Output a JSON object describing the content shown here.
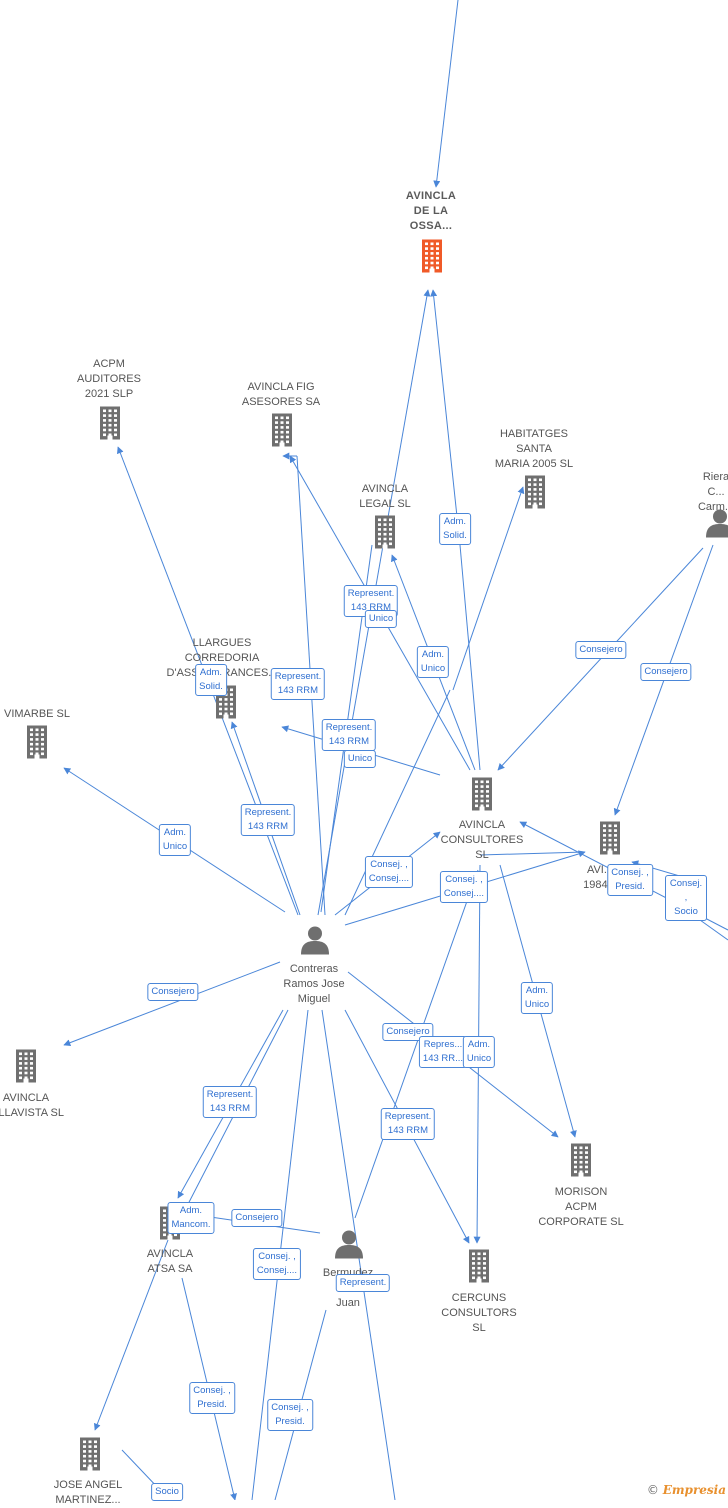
{
  "companies": [
    {
      "id": "avincla-ossa",
      "label": "AVINCLA\nDE LA\nOSSA...",
      "focus": true
    },
    {
      "id": "acpm",
      "label": "ACPM\nAUDITORES\n2021  SLP"
    },
    {
      "id": "fig",
      "label": "AVINCLA FIG\nASESORES SA"
    },
    {
      "id": "habitatges",
      "label": "HABITATGES\nSANTA\nMARIA 2005 SL"
    },
    {
      "id": "legal",
      "label": "AVINCLA\nLEGAL  SL"
    },
    {
      "id": "llargues",
      "label": "LLARGUES\nCORREDORIA\nD'ASSEGURANCES..."
    },
    {
      "id": "vimarbe",
      "label": "VIMARBE  SL"
    },
    {
      "id": "consultores",
      "label": "AVINCLA\nCONSULTORES\nSL"
    },
    {
      "id": "avi1984",
      "label": "AVI...\n1984..."
    },
    {
      "id": "villavista",
      "label": "AVINCLA\nVILLAVISTA  SL"
    },
    {
      "id": "morison",
      "label": "MORISON\nACPM\nCORPORATE  SL"
    },
    {
      "id": "atsa",
      "label": "AVINCLA\nATSA SA"
    },
    {
      "id": "cercuns",
      "label": "CERCUNS\nCONSULTORS\nSL"
    },
    {
      "id": "joseangel",
      "label": "JOSE ANGEL\nMARTINEZ..."
    }
  ],
  "persons": [
    {
      "id": "contreras",
      "label": "Contreras\nRamos Jose\nMiguel"
    },
    {
      "id": "bermudez",
      "label": "Bermudez\nC...\nJuan"
    },
    {
      "id": "riera",
      "label": "Riera C...\nCarm..."
    }
  ],
  "edge_labels": [
    "Adm.\nSolid.",
    "Represent.\n143 RRM",
    "Unico",
    "Adm.\nUnico",
    "Consejero",
    "Consejero",
    "Adm.\nSolid.",
    "Represent.\n143 RRM",
    "Represent.\n143 RRM",
    "Unico",
    "Represent.\n143 RRM",
    "Adm.\nUnico",
    "Consej. ,\nConsej....",
    "Consej. ,\nConsej....",
    "Consej. ,\nPresid.",
    "Consej. ,\nSocio",
    "Consejero",
    "Adm.\nUnico",
    "Consejero",
    "Repres...\n143 RR...",
    "Adm.\nUnico",
    "Represent.\n143 RRM",
    "Represent.\n143 RRM",
    "Adm.\nMancom.",
    "Consejero",
    "Consej. ,\nConsej....",
    "Represent.",
    "Consej. ,\nPresid.",
    "Consej. ,\nPresid.",
    "Socio"
  ],
  "colors": {
    "edge": "#4a86d8",
    "icon": "#6f6f6f",
    "focus_icon": "#f05a28"
  },
  "watermark": {
    "symbol": "©",
    "brand_e": "E",
    "brand_rest": "mpresia"
  }
}
